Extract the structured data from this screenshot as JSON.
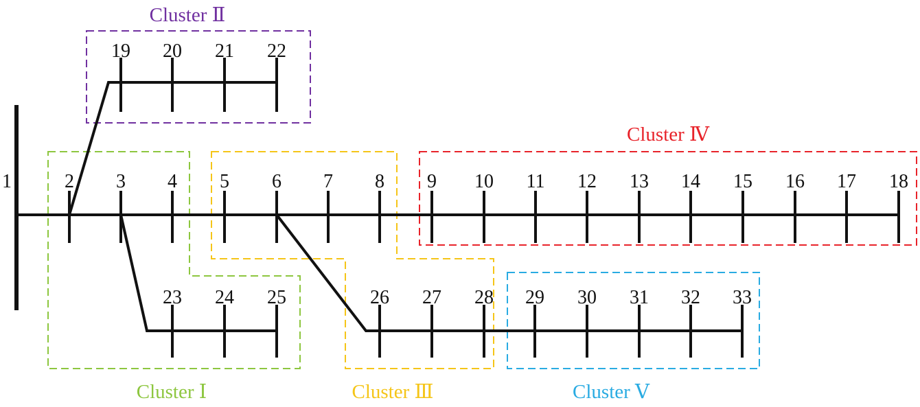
{
  "buses": [
    "1",
    "2",
    "3",
    "4",
    "5",
    "6",
    "7",
    "8",
    "9",
    "10",
    "11",
    "12",
    "13",
    "14",
    "15",
    "16",
    "17",
    "18",
    "19",
    "20",
    "21",
    "22",
    "23",
    "24",
    "25",
    "26",
    "27",
    "28",
    "29",
    "30",
    "31",
    "32",
    "33"
  ],
  "clusters": [
    {
      "id": "c1",
      "label": "Cluster Ⅰ",
      "color": "#8dc63f"
    },
    {
      "id": "c2",
      "label": "Cluster Ⅱ",
      "color": "#7030a0"
    },
    {
      "id": "c3",
      "label": "Cluster Ⅲ",
      "color": "#f5c518"
    },
    {
      "id": "c4",
      "label": "Cluster Ⅳ",
      "color": "#e8232a"
    },
    {
      "id": "c5",
      "label": "Cluster Ⅴ",
      "color": "#29abe2"
    }
  ],
  "line_color": "#111111"
}
